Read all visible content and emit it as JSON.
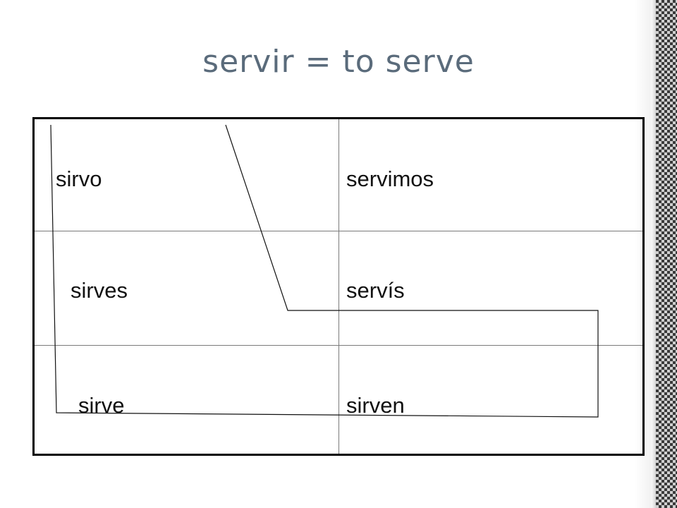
{
  "slide": {
    "title": "servir = to serve"
  },
  "conjugation": {
    "rows": [
      {
        "singular": "sirvo",
        "plural": "servimos"
      },
      {
        "singular": "sirves",
        "plural": "servís"
      },
      {
        "singular": "sirve",
        "plural": "sirven"
      }
    ]
  }
}
